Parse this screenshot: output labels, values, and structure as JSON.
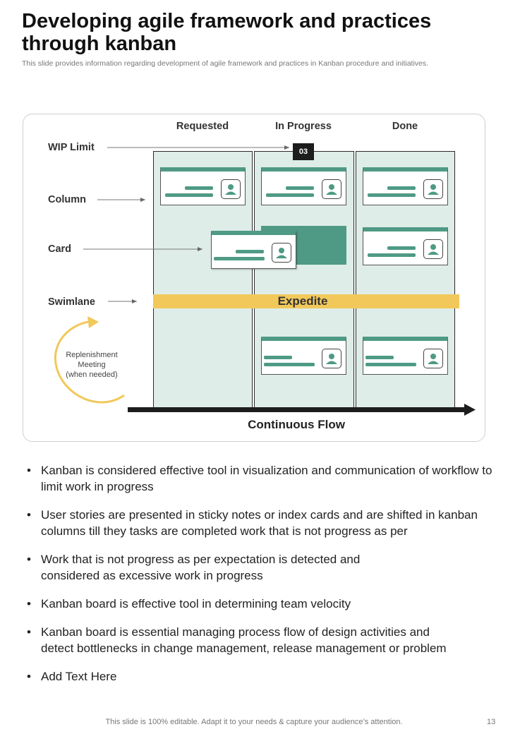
{
  "title": "Developing agile framework and practices through kanban",
  "subtitle": "This slide provides information regarding development of agile framework and practices in Kanban procedure and initiatives.",
  "board": {
    "columns": [
      "Requested",
      "In Progress",
      "Done"
    ],
    "wip_limit": "03",
    "swimlane_label": "Expedite",
    "flow_label": "Continuous Flow",
    "replenishment": [
      "Replenishment",
      "Meeting",
      "(when needed)"
    ]
  },
  "legend": {
    "wip_limit": "WIP Limit",
    "column": "Column",
    "card": "Card",
    "swimlane": "Swimlane"
  },
  "colors": {
    "column_fill": "#dfede8",
    "card_accent": "#4e9a85",
    "swimlane": "#f2c85b",
    "flow_arrow": "#1d1d1d"
  },
  "icons": [
    "user-avatar-icon"
  ],
  "bullets": [
    "Kanban is considered effective tool in visualization and communication of workflow to limit work in progress",
    "User stories are presented in sticky notes or index cards and are shifted in kanban columns till they tasks are completed work that is not progress as per",
    "Work that is not progress as per expectation is detected and considered as excessive work in progress",
    "Kanban board is effective tool in determining team velocity",
    "Kanban board is essential managing process flow of design activities and detect bottlenecks in change management, release management or problem",
    "Add Text Here"
  ],
  "footer": {
    "note": "This slide is 100% editable. Adapt it to your needs & capture your audience’s attention.",
    "page_number": "13"
  }
}
